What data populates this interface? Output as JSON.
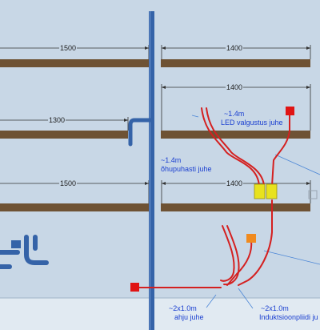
{
  "dimensions": {
    "top_left": "1500",
    "top_right": "1400",
    "upper_right": "1400",
    "middle_left": "1300",
    "lower_left": "1500",
    "lower_right": "1400"
  },
  "annotations": {
    "led_length": "~1.4m",
    "led_label": "LED valgustus juhe",
    "hood_length": "~1.4m",
    "hood_label": "õhupuhasti juhe",
    "oven_length": "~2x1.0m",
    "oven_label": "ahju juhe",
    "induction_length": "~2x1.0m",
    "induction_label": "Induktsioonpliidi ju"
  },
  "colors": {
    "wall": "#c8d7e6",
    "wall_bottom": "#e1eaf2",
    "shelf": "#6e5234",
    "pipe": "#3563a8",
    "pipe_dark": "#1f3f78",
    "cable": "#d42020",
    "leader": "#4b86d6",
    "socket": "#e8e21e",
    "junction_red": "#e01414",
    "junction_orange": "#f08a1e",
    "dim_line": "#333333",
    "annotation": "#1a3fd0"
  }
}
